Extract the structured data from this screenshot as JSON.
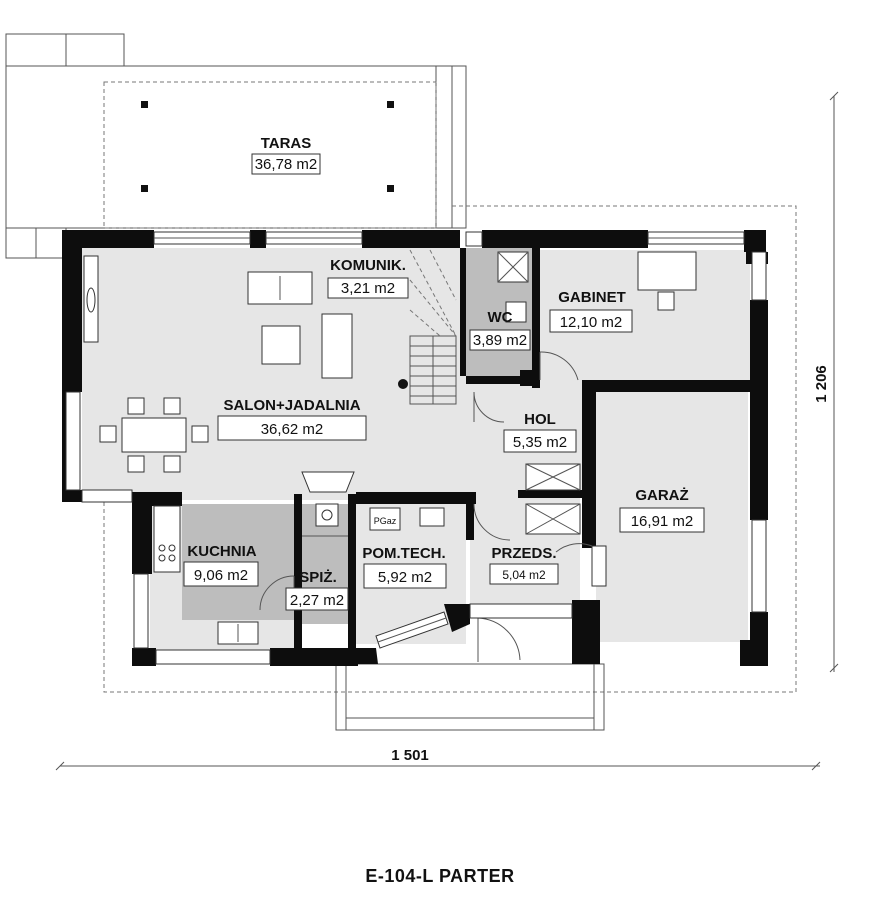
{
  "plan": {
    "title": "E-104-L PARTER",
    "dimensions": {
      "width": "1 501",
      "height": "1 206"
    },
    "rooms": [
      {
        "id": "taras",
        "name": "TARAS",
        "area": "36,78 m2"
      },
      {
        "id": "komunik",
        "name": "KOMUNIK.",
        "area": "3,21 m2"
      },
      {
        "id": "wc",
        "name": "WC",
        "area": "3,89 m2"
      },
      {
        "id": "gabinet",
        "name": "GABINET",
        "area": "12,10 m2"
      },
      {
        "id": "salon",
        "name": "SALON+JADALNIA",
        "area": "36,62 m2"
      },
      {
        "id": "hol",
        "name": "HOL",
        "area": "5,35 m2"
      },
      {
        "id": "garaz",
        "name": "GARAŻ",
        "area": "16,91 m2"
      },
      {
        "id": "kuchnia",
        "name": "KUCHNIA",
        "area": "9,06 m2"
      },
      {
        "id": "spiz",
        "name": "SPIŻ.",
        "area": "2,27 m2"
      },
      {
        "id": "pomtech",
        "name": "POM.TECH.",
        "area": "5,92 m2"
      },
      {
        "id": "przeds",
        "name": "PRZEDS.",
        "area": "5,04 m2"
      }
    ],
    "fixture_labels": {
      "boiler": "PGaz"
    },
    "colors": {
      "floor": "#e6e6e6",
      "service_floor": "#bdbdbd",
      "wall": "#0d0d0d"
    }
  }
}
